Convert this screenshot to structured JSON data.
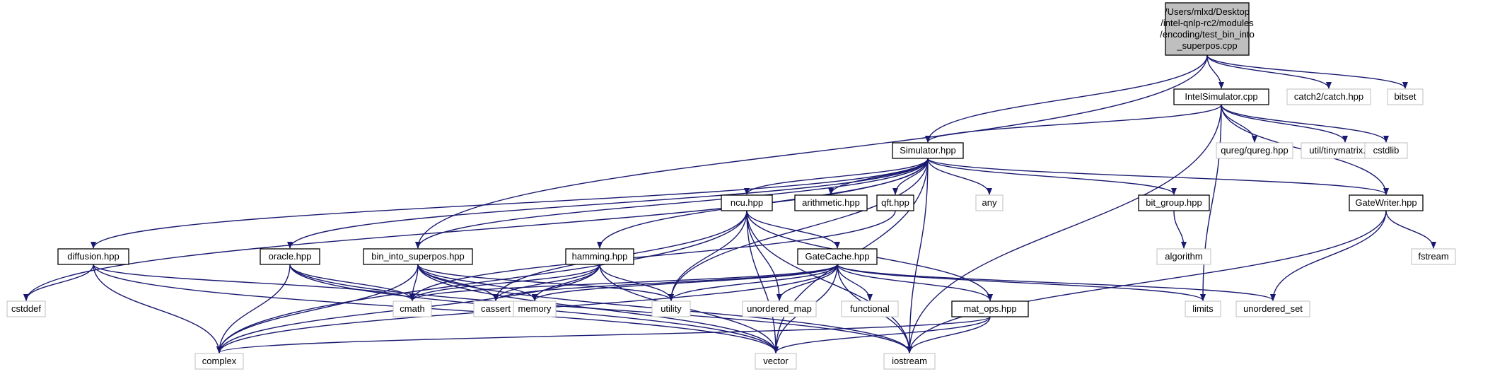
{
  "edge_color": "#191970",
  "root_fill": "#bfbfbf",
  "external_border": "#bfbfbf",
  "nodes": [
    {
      "id": "root",
      "kind": "root",
      "lines": [
        "/Users/mlxd/Desktop",
        "/intel-qnlp-rc2/modules",
        "/encoding/test_bin_into",
        "_superpos.cpp"
      ]
    },
    {
      "id": "intelsim",
      "kind": "file",
      "lines": [
        "IntelSimulator.cpp"
      ]
    },
    {
      "id": "catch",
      "kind": "ext",
      "lines": [
        "catch2/catch.hpp"
      ]
    },
    {
      "id": "bitset",
      "kind": "ext",
      "lines": [
        "bitset"
      ]
    },
    {
      "id": "simulator",
      "kind": "file",
      "lines": [
        "Simulator.hpp"
      ]
    },
    {
      "id": "qureg",
      "kind": "ext",
      "lines": [
        "qureg/qureg.hpp"
      ]
    },
    {
      "id": "tinymatrix",
      "kind": "ext",
      "lines": [
        "util/tinymatrix.hpp"
      ]
    },
    {
      "id": "cstdlib",
      "kind": "ext",
      "lines": [
        "cstdlib"
      ]
    },
    {
      "id": "ncu",
      "kind": "file",
      "lines": [
        "ncu.hpp"
      ]
    },
    {
      "id": "arith",
      "kind": "file",
      "lines": [
        "arithmetic.hpp"
      ]
    },
    {
      "id": "qft",
      "kind": "file",
      "lines": [
        "qft.hpp"
      ]
    },
    {
      "id": "any",
      "kind": "ext",
      "lines": [
        "any"
      ]
    },
    {
      "id": "bitgroup",
      "kind": "file",
      "lines": [
        "bit_group.hpp"
      ]
    },
    {
      "id": "gatewriter",
      "kind": "file",
      "lines": [
        "GateWriter.hpp"
      ]
    },
    {
      "id": "algorithm",
      "kind": "ext",
      "lines": [
        "algorithm"
      ]
    },
    {
      "id": "fstream",
      "kind": "ext",
      "lines": [
        "fstream"
      ]
    },
    {
      "id": "diffusion",
      "kind": "file",
      "lines": [
        "diffusion.hpp"
      ]
    },
    {
      "id": "oracle",
      "kind": "file",
      "lines": [
        "oracle.hpp"
      ]
    },
    {
      "id": "binsup",
      "kind": "file",
      "lines": [
        "bin_into_superpos.hpp"
      ]
    },
    {
      "id": "hamming",
      "kind": "file",
      "lines": [
        "hamming.hpp"
      ]
    },
    {
      "id": "gatecache",
      "kind": "file",
      "lines": [
        "GateCache.hpp"
      ]
    },
    {
      "id": "cstddef",
      "kind": "ext",
      "lines": [
        "cstddef"
      ]
    },
    {
      "id": "cmath",
      "kind": "ext",
      "lines": [
        "cmath"
      ]
    },
    {
      "id": "cassert",
      "kind": "ext",
      "lines": [
        "cassert"
      ]
    },
    {
      "id": "memory",
      "kind": "ext",
      "lines": [
        "memory"
      ]
    },
    {
      "id": "utility",
      "kind": "ext",
      "lines": [
        "utility"
      ]
    },
    {
      "id": "umap",
      "kind": "ext",
      "lines": [
        "unordered_map"
      ]
    },
    {
      "id": "functional",
      "kind": "ext",
      "lines": [
        "functional"
      ]
    },
    {
      "id": "matops",
      "kind": "file",
      "lines": [
        "mat_ops.hpp"
      ]
    },
    {
      "id": "limits",
      "kind": "ext",
      "lines": [
        "limits"
      ]
    },
    {
      "id": "uset",
      "kind": "ext",
      "lines": [
        "unordered_set"
      ]
    },
    {
      "id": "complex",
      "kind": "ext",
      "lines": [
        "complex"
      ]
    },
    {
      "id": "vector",
      "kind": "ext",
      "lines": [
        "vector"
      ]
    },
    {
      "id": "iostream",
      "kind": "ext",
      "lines": [
        "iostream"
      ]
    }
  ],
  "edges": [
    [
      "root",
      "intelsim"
    ],
    [
      "root",
      "catch"
    ],
    [
      "root",
      "bitset"
    ],
    [
      "root",
      "simulator"
    ],
    [
      "root",
      "binsup"
    ],
    [
      "intelsim",
      "simulator"
    ],
    [
      "intelsim",
      "qureg"
    ],
    [
      "intelsim",
      "tinymatrix"
    ],
    [
      "intelsim",
      "cstdlib"
    ],
    [
      "intelsim",
      "gatewriter"
    ],
    [
      "intelsim",
      "iostream"
    ],
    [
      "intelsim",
      "limits"
    ],
    [
      "simulator",
      "ncu"
    ],
    [
      "simulator",
      "arith"
    ],
    [
      "simulator",
      "qft"
    ],
    [
      "simulator",
      "any"
    ],
    [
      "simulator",
      "bitgroup"
    ],
    [
      "simulator",
      "gatewriter"
    ],
    [
      "simulator",
      "diffusion"
    ],
    [
      "simulator",
      "oracle"
    ],
    [
      "simulator",
      "binsup"
    ],
    [
      "simulator",
      "hamming"
    ],
    [
      "simulator",
      "cstddef"
    ],
    [
      "simulator",
      "utility"
    ],
    [
      "simulator",
      "vector"
    ],
    [
      "simulator",
      "iostream"
    ],
    [
      "bitgroup",
      "algorithm"
    ],
    [
      "gatewriter",
      "fstream"
    ],
    [
      "gatewriter",
      "uset"
    ],
    [
      "gatewriter",
      "iostream"
    ],
    [
      "ncu",
      "gatecache"
    ],
    [
      "ncu",
      "matops"
    ],
    [
      "ncu",
      "utility"
    ],
    [
      "ncu",
      "umap"
    ],
    [
      "ncu",
      "cassert"
    ],
    [
      "ncu",
      "complex"
    ],
    [
      "ncu",
      "iostream"
    ],
    [
      "ncu",
      "vector"
    ],
    [
      "qft",
      "cmath"
    ],
    [
      "diffusion",
      "cstddef"
    ],
    [
      "diffusion",
      "cmath"
    ],
    [
      "diffusion",
      "complex"
    ],
    [
      "diffusion",
      "vector"
    ],
    [
      "oracle",
      "cmath"
    ],
    [
      "oracle",
      "complex"
    ],
    [
      "oracle",
      "vector"
    ],
    [
      "oracle",
      "iostream"
    ],
    [
      "binsup",
      "cmath"
    ],
    [
      "binsup",
      "cassert"
    ],
    [
      "binsup",
      "memory"
    ],
    [
      "binsup",
      "utility"
    ],
    [
      "binsup",
      "complex"
    ],
    [
      "binsup",
      "vector"
    ],
    [
      "binsup",
      "iostream"
    ],
    [
      "hamming",
      "cmath"
    ],
    [
      "hamming",
      "cassert"
    ],
    [
      "hamming",
      "memory"
    ],
    [
      "hamming",
      "utility"
    ],
    [
      "hamming",
      "vector"
    ],
    [
      "hamming",
      "complex"
    ],
    [
      "gatecache",
      "cmath"
    ],
    [
      "gatecache",
      "cassert"
    ],
    [
      "gatecache",
      "utility"
    ],
    [
      "gatecache",
      "umap"
    ],
    [
      "gatecache",
      "functional"
    ],
    [
      "gatecache",
      "matops"
    ],
    [
      "gatecache",
      "limits"
    ],
    [
      "gatecache",
      "uset"
    ],
    [
      "gatecache",
      "complex"
    ],
    [
      "gatecache",
      "vector"
    ],
    [
      "gatecache",
      "iostream"
    ],
    [
      "gatecache",
      "memory"
    ],
    [
      "matops",
      "complex"
    ],
    [
      "matops",
      "vector"
    ],
    [
      "matops",
      "iostream"
    ]
  ]
}
